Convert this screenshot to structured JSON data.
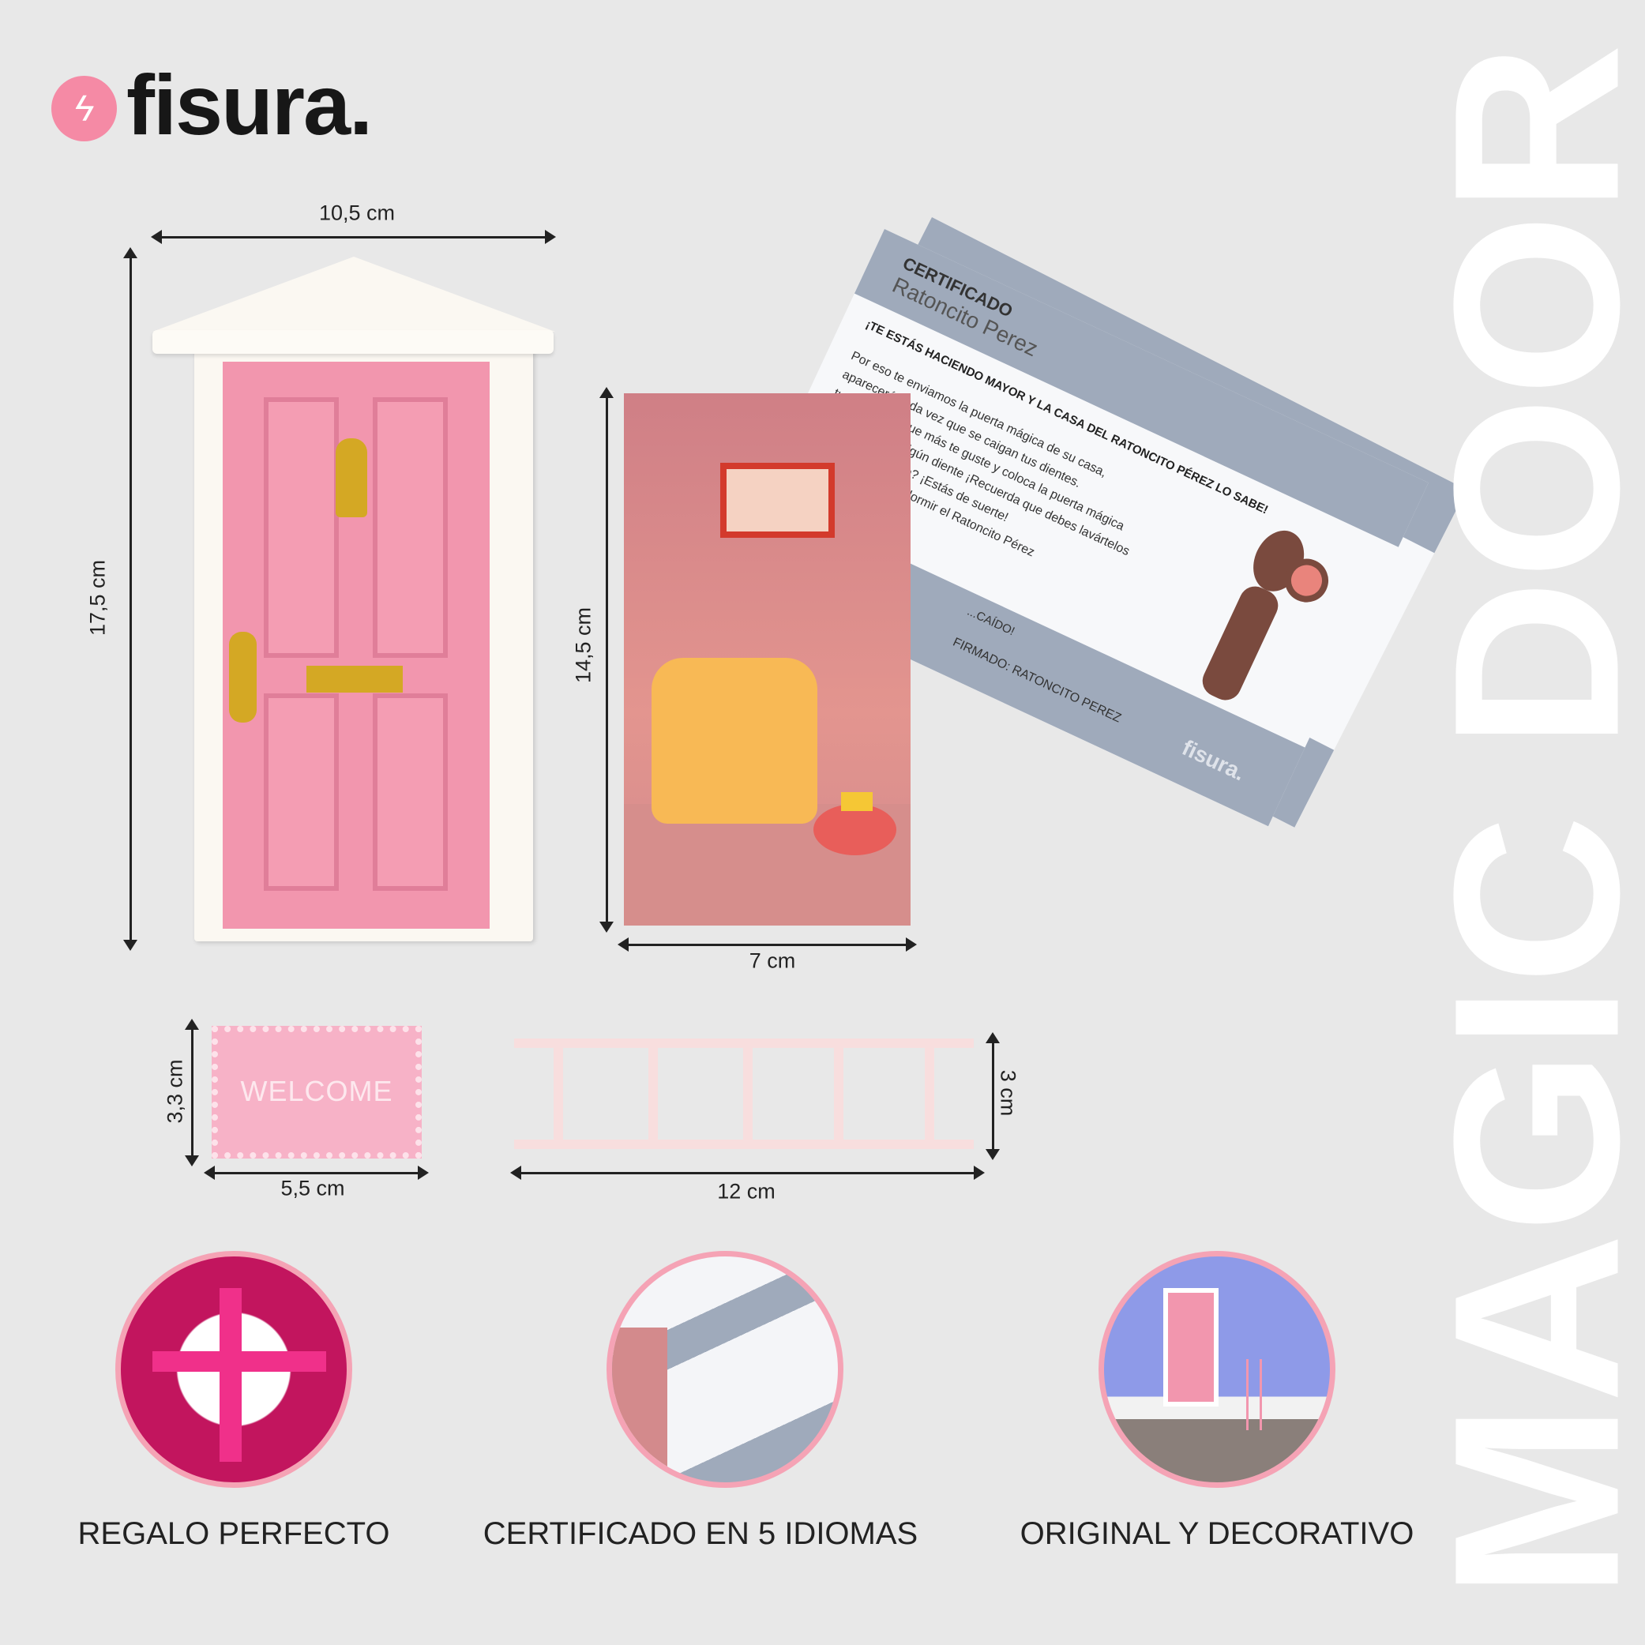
{
  "brand": {
    "name": "fisura.",
    "color": "#f58aa5"
  },
  "headline": "MAGIC DOOR",
  "dimensions": {
    "door_width": "10,5 cm",
    "door_height": "17,5 cm",
    "card_height": "14,5 cm",
    "card_width": "7 cm",
    "mat_height": "3,3 cm",
    "mat_width": "5,5 cm",
    "ladder_width": "12 cm",
    "ladder_height": "3 cm"
  },
  "mat_text": "WELCOME",
  "certificate": {
    "title": "CERTIFICADO",
    "subtitle": "Ratoncito Perez",
    "heading": "¡TE ESTÁS HACIENDO MAYOR Y LA CASA DEL RATONCITO PÉREZ LO SABE!",
    "lines": [
      "Por eso te enviamos la puerta mágica de su casa,",
      "aparecerá cada vez que se caigan tus dientes.",
      "tu habitación que más te guste y coloca la puerta mágica",
      "piece a mover algún diente ¡Recuerda que debes lavártelos",
      "ha caído un diente? ¡Estás de suerte!",
      "cuando te vayas a dormir el Ratoncito Pérez"
    ],
    "footer_left": "...CAÍDO!",
    "signature": "FIRMADO: RATONCITO PEREZ",
    "logo": "fisura."
  },
  "features": [
    {
      "label": "REGALO PERFECTO"
    },
    {
      "label": "CERTIFICADO EN 5 IDIOMAS"
    },
    {
      "label": "ORIGINAL Y DECORATIVO"
    }
  ]
}
